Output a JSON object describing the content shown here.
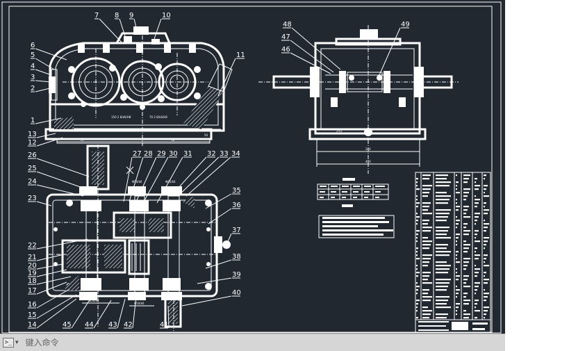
{
  "commandline": {
    "placeholder": "键入命令",
    "icon": "command-prompt-icon",
    "dropdown": "▾"
  },
  "drawing": {
    "background_color": "#212830",
    "line_color": "#ffffff",
    "callouts": [
      "1",
      "2",
      "3",
      "4",
      "5",
      "6",
      "7",
      "8",
      "9",
      "10",
      "11",
      "12",
      "13",
      "14",
      "15",
      "16",
      "17",
      "18",
      "19",
      "20",
      "21",
      "22",
      "23",
      "24",
      "25",
      "26",
      "27",
      "28",
      "29",
      "30",
      "31",
      "32",
      "33",
      "34",
      "35",
      "36",
      "37",
      "38",
      "39",
      "40",
      "41",
      "42",
      "43",
      "44",
      "45",
      "46",
      "47",
      "48",
      "49"
    ]
  }
}
